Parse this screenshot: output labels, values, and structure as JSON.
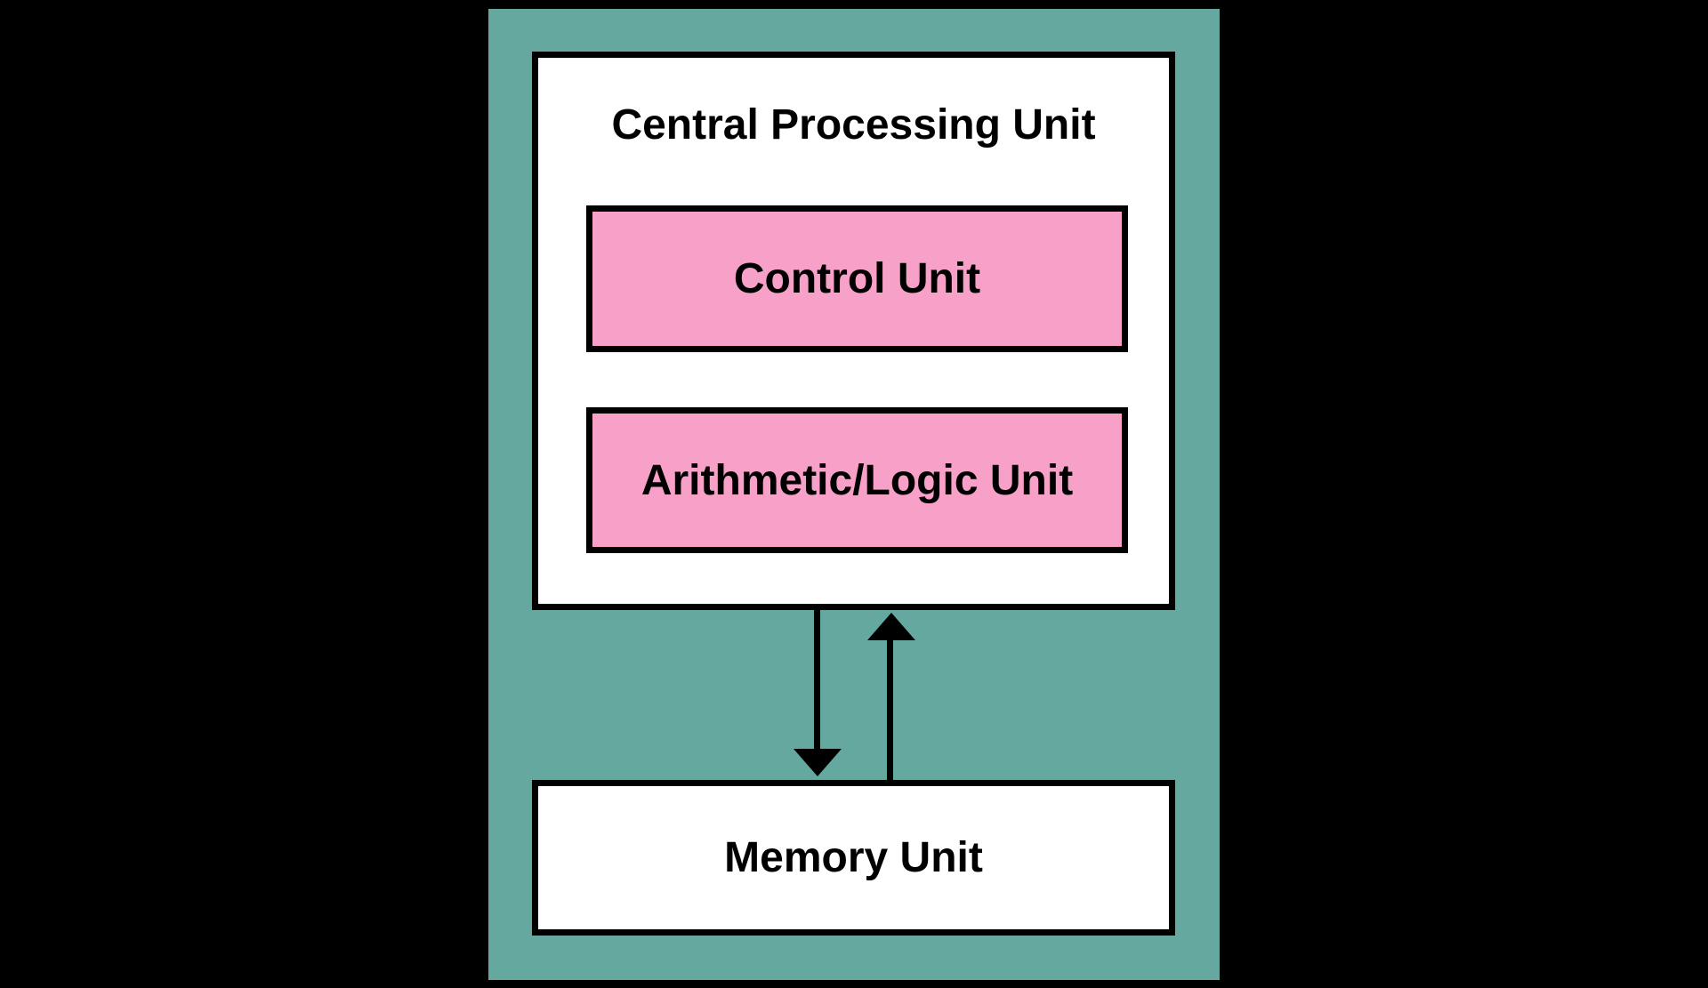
{
  "diagram": {
    "cpu": {
      "title": "Central Processing Unit",
      "children": [
        {
          "label": "Control Unit"
        },
        {
          "label": "Arithmetic/Logic Unit"
        }
      ]
    },
    "memory": {
      "label": "Memory Unit"
    },
    "connections": [
      {
        "from": "cpu",
        "to": "memory",
        "direction": "down"
      },
      {
        "from": "memory",
        "to": "cpu",
        "direction": "up"
      }
    ],
    "colors": {
      "page_background": "#000000",
      "container_fill": "#64A8A0",
      "cpu_fill": "#FFFFFF",
      "inner_box_fill": "#F7A0C8",
      "memory_fill": "#FFFFFF",
      "border": "#000000",
      "arrow": "#000000",
      "text": "#000000"
    }
  }
}
